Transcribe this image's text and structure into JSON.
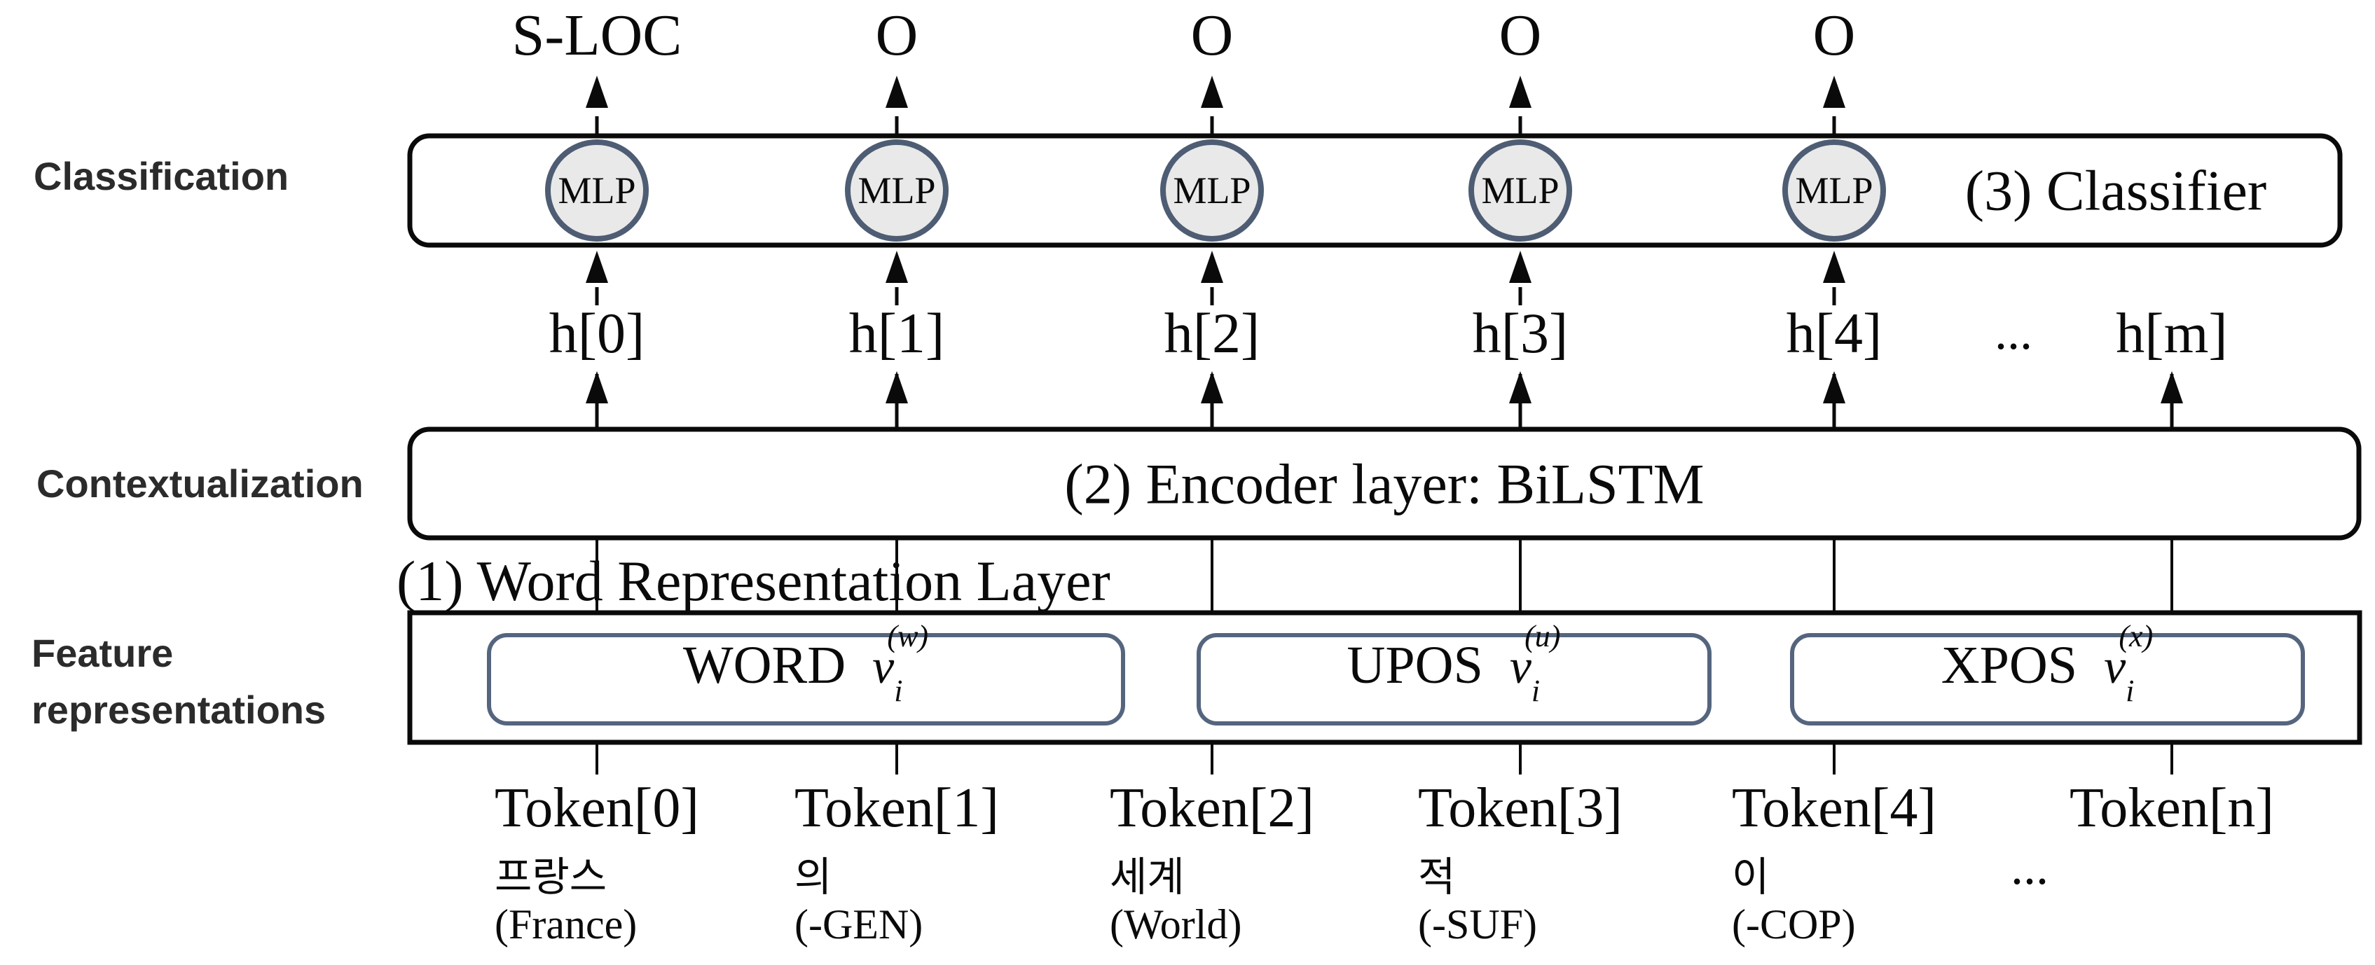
{
  "colors": {
    "ink": "#0a0a0a",
    "side_label": "#2b2b2b",
    "node_fill": "#e9e9e9",
    "node_stroke": "#4e5d73",
    "feature_box_stroke": "#55657e",
    "background": "#ffffff"
  },
  "left_labels": {
    "classification": "Classification",
    "contextualization": "Contextualization",
    "feature_line1": "Feature",
    "feature_line2": "representations"
  },
  "outputs": [
    "S-LOC",
    "O",
    "O",
    "O",
    "O"
  ],
  "classifier": {
    "mlp_label": "MLP",
    "box_label": "(3) Classifier"
  },
  "hidden": {
    "labels": [
      "h[0]",
      "h[1]",
      "h[2]",
      "h[3]",
      "h[4]"
    ],
    "ellipsis": "...",
    "last": "h[m]"
  },
  "encoder": {
    "label": "(2) Encoder layer: BiLSTM"
  },
  "word_repr": {
    "label": "(1) Word Representation Layer"
  },
  "feature_boxes": [
    {
      "label": "WORD",
      "var": "v",
      "sub": "i",
      "sup": "(w)"
    },
    {
      "label": "UPOS",
      "var": "v",
      "sub": "i",
      "sup": "(u)"
    },
    {
      "label": "XPOS",
      "var": "v",
      "sub": "i",
      "sup": "(x)"
    }
  ],
  "tokens": [
    {
      "label": "Token[0]",
      "surface": "프랑스",
      "gloss": "(France)"
    },
    {
      "label": "Token[1]",
      "surface": "의",
      "gloss": "(-GEN)"
    },
    {
      "label": "Token[2]",
      "surface": "세계",
      "gloss": "(World)"
    },
    {
      "label": "Token[3]",
      "surface": "적",
      "gloss": "(-SUF)"
    },
    {
      "label": "Token[4]",
      "surface": "이",
      "gloss": "(-COP)"
    },
    {
      "label": "Token[n]",
      "surface": "",
      "gloss": ""
    }
  ],
  "token_ellipsis": "..."
}
